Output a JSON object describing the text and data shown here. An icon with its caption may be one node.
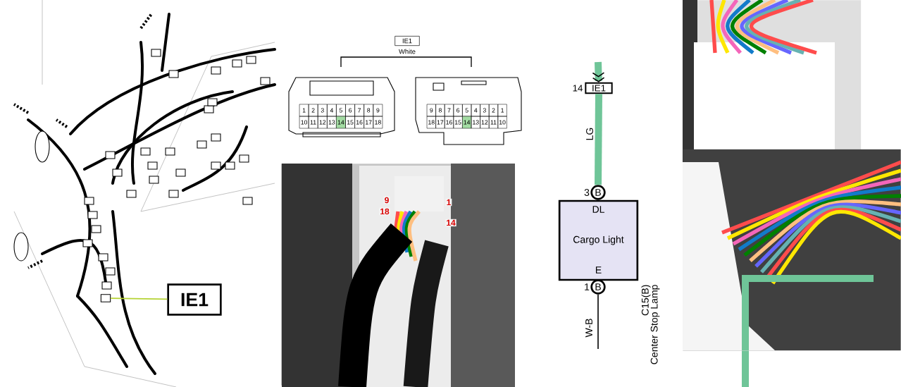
{
  "diagram": {
    "nodes": [
      {
        "text": [],
        "shape": "box"
      },
      {
        "text": [
          "IE1"
        ]
      },
      {
        "text": [
          "IE1"
        ],
        "beside": [
          "White"
        ]
      },
      {
        "text": [
          "IE1"
        ],
        "beside": [
          "14"
        ]
      },
      {
        "text": [
          "DL",
          "Cargo Light",
          "E"
        ],
        "beside": [
          "C15(B)",
          "Center Stop Lamp"
        ]
      },
      {
        "text": [
          "B"
        ],
        "beside": [
          "3"
        ]
      },
      {
        "text": [
          "B"
        ],
        "beside": [
          "1"
        ]
      },
      {
        "text": [],
        "shape": "picture"
      },
      {
        "text": [],
        "shape": "picture"
      },
      {
        "text": [],
        "shape": "picture"
      }
    ],
    "edges": [
      {
        "from": 1,
        "to": 0,
        "arrow": "none",
        "color": "#b5d334"
      },
      {
        "from": null,
        "to": 3,
        "arrow": "to"
      },
      {
        "from": 3,
        "to": 5,
        "arrow": "none",
        "label": "LG"
      },
      {
        "from": 6,
        "to": null,
        "arrow": "none",
        "color": "#000000",
        "label": "W-B"
      },
      {
        "from": null,
        "to": 9,
        "arrow": "none"
      }
    ],
    "labels": [
      "1",
      "2",
      "3",
      "4",
      "5",
      "6",
      "7",
      "8",
      "9",
      "10",
      "11",
      "12",
      "13",
      "14",
      "15",
      "16",
      "17",
      "18",
      "9",
      "8",
      "7",
      "6",
      "5",
      "4",
      "3",
      "2",
      "1",
      "18",
      "17",
      "16",
      "15",
      "14",
      "13",
      "12",
      "11",
      "10",
      "9",
      "18",
      "1",
      "14"
    ]
  }
}
